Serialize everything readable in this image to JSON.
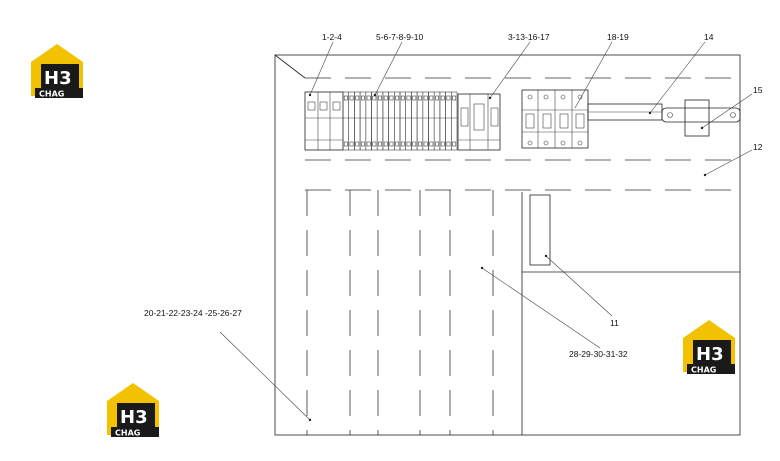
{
  "callouts": {
    "c1": "1-2-4",
    "c2": "5-6-7-8-9-10",
    "c3": "3-13-16-17",
    "c4": "18-19",
    "c5": "14",
    "c6": "15",
    "c7": "12",
    "c8": "11",
    "c9": "28-29-30-31-32",
    "c10": "20-21-22-23-24 -25-26-27"
  },
  "logo": {
    "top": "H3",
    "bottom": "CHAG"
  },
  "colors": {
    "logo_yellow": "#f2c200",
    "logo_black": "#1a1a1a",
    "line": "#222222"
  }
}
